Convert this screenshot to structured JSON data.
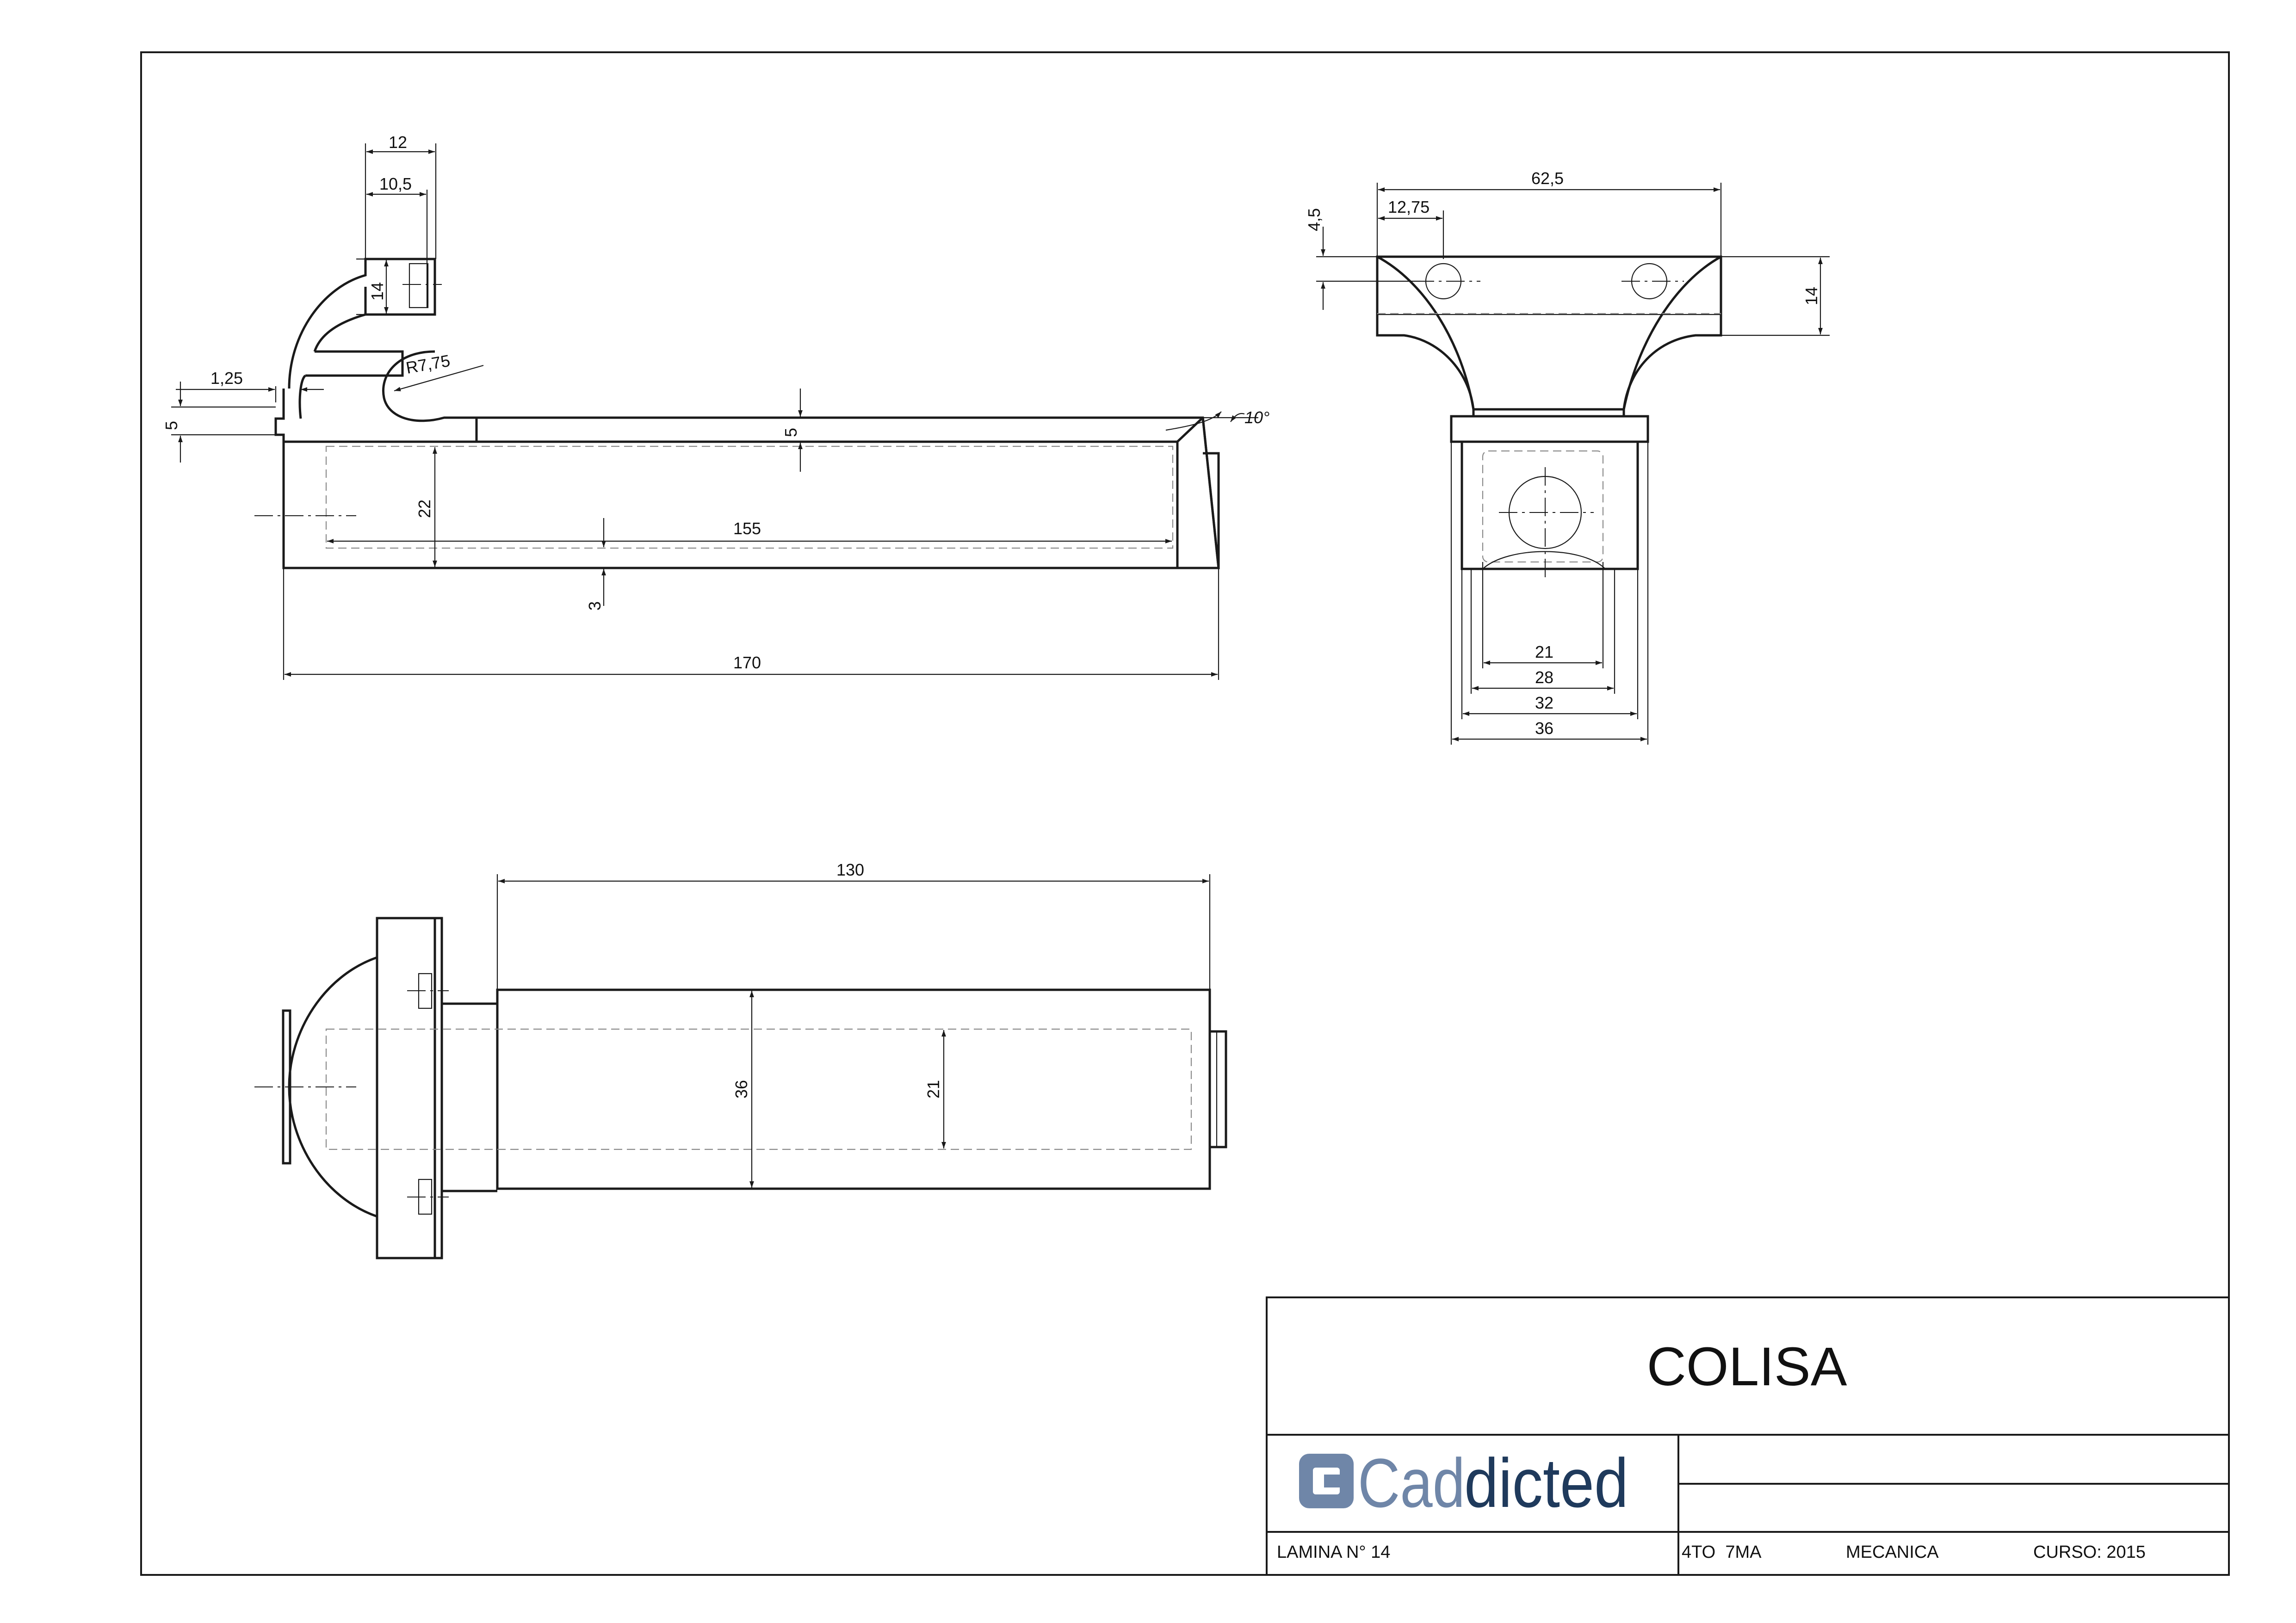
{
  "drawing": {
    "title": "COLISA",
    "brand": {
      "prefix": "Cad",
      "suffix": "dicted",
      "colors": {
        "prefix": "#6f86a8",
        "suffix": "#1f3a5c"
      }
    },
    "sheet": "LAMINA N° 14",
    "course": "4TO  7MA",
    "specialty": "MECANICA",
    "year": "CURSO: 2015",
    "line_color": "#1a1a1a",
    "hidden_line_color": "#8a8a8a"
  },
  "front_view": {
    "dims": {
      "d12": "12",
      "d10_5": "10,5",
      "d14": "14",
      "d1_25": "1,25",
      "d5_left": "5",
      "r7_75": "R7,75",
      "d5_top": "5",
      "angle": "10°",
      "d22": "22",
      "d155": "155",
      "d3": "3",
      "d170": "170"
    }
  },
  "side_view": {
    "dims": {
      "d62_5": "62,5",
      "d12_75": "12,75",
      "d4_5": "4,5",
      "d14": "14",
      "d21": "21",
      "d28": "28",
      "d32": "32",
      "d36": "36"
    }
  },
  "top_view": {
    "dims": {
      "d130": "130",
      "d36": "36",
      "d21": "21"
    }
  }
}
